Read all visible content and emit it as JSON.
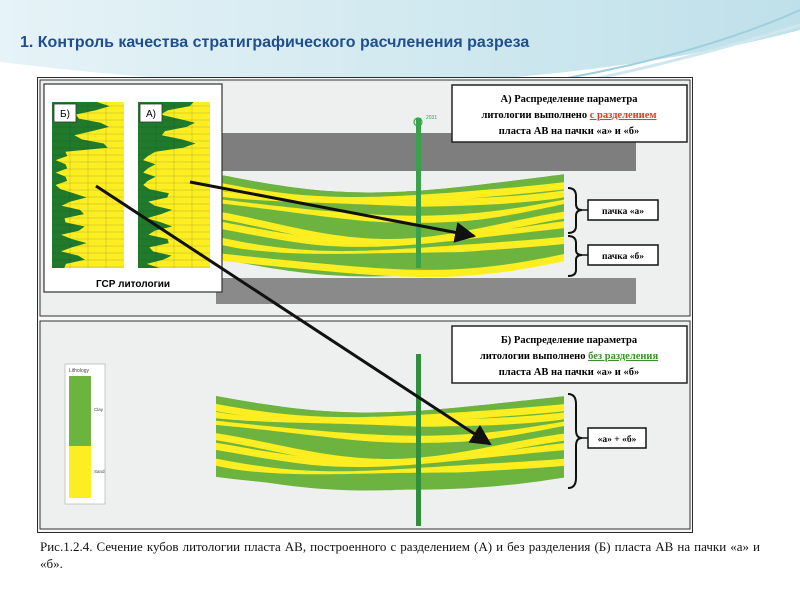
{
  "slide": {
    "title": "1. Контроль качества стратиграфического расчленения разреза"
  },
  "figure": {
    "log_panel": {
      "left_label": "Б)",
      "right_label": "А)",
      "caption": "ГСР литологии"
    },
    "section_a": {
      "label_line1": "А) Распределение параметра",
      "label_line2_prefix": "литологии выполнено ",
      "label_line2_highlight": "с разделением",
      "label_line3": "пласта АВ на пачки «а» и «б»",
      "unit_a": "пачка «а»",
      "unit_b": "пачка «б»",
      "well_name": "2031"
    },
    "section_b": {
      "label_line1": "Б) Распределение параметра",
      "label_line2_prefix": "литологии выполнено ",
      "label_line2_highlight": "без разделения",
      "label_line3": "пласта АВ на пачки «а» и «б»",
      "unit_ab": "«а» + «б»"
    },
    "legend": {
      "title": "Lithology",
      "clay": "Clay",
      "sand": "Sand"
    },
    "colors": {
      "green": "#6db33f",
      "yellow": "#fcee21",
      "gray": "#8c8c8c",
      "highlight_a": "#e53b17",
      "highlight_b": "#3e8e2e"
    }
  },
  "caption": "Рис.1.2.4. Сечение кубов литологии пласта АВ, построенного с разделением (А) и без разделения (Б) пласта АВ на пачки «а» и «б»."
}
